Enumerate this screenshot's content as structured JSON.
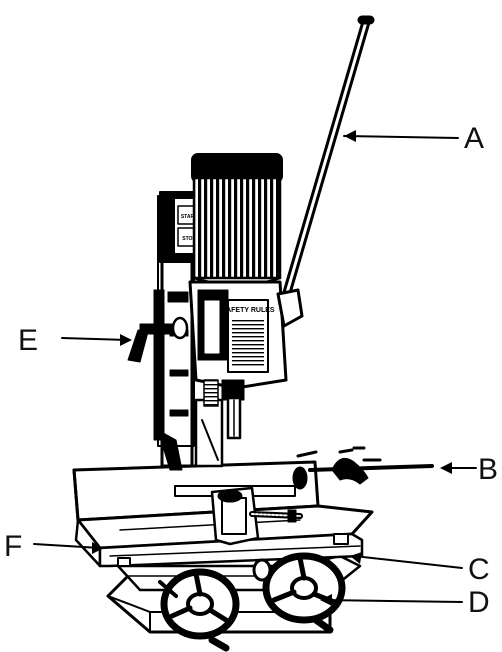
{
  "diagram": {
    "callouts": [
      {
        "id": "A",
        "label": "A"
      },
      {
        "id": "B",
        "label": "B"
      },
      {
        "id": "C",
        "label": "C"
      },
      {
        "id": "D",
        "label": "D"
      },
      {
        "id": "E",
        "label": "E"
      },
      {
        "id": "F",
        "label": "F"
      }
    ],
    "switch_panel": {
      "start": "START",
      "stop": "STOP"
    },
    "safety_plate": {
      "title": "SAFETY RULES"
    }
  }
}
